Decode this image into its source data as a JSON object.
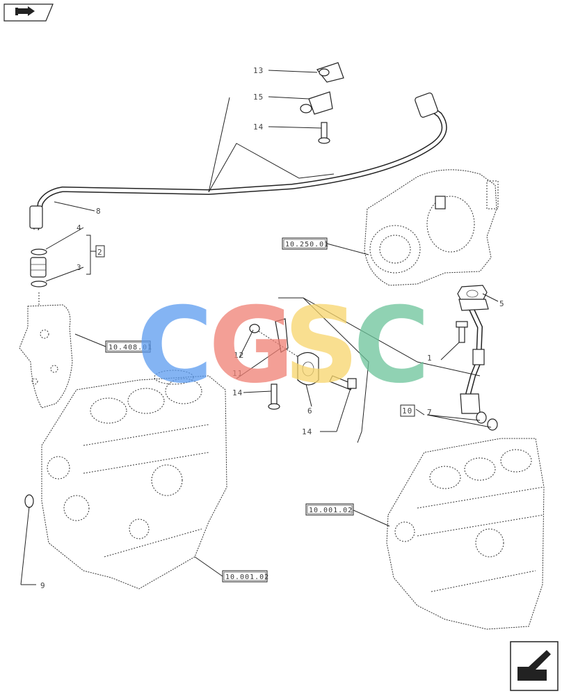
{
  "icons": {
    "top_left": "book-arrow-icon",
    "bottom_right": "arrow-next-icon"
  },
  "callouts": {
    "c1": "1",
    "c2": "2",
    "c3": "3",
    "c4": "4",
    "c5": "5",
    "c6": "6",
    "c7": "7",
    "c8": "8",
    "c9": "9",
    "c10": "10",
    "c11": "11",
    "c12": "12",
    "c13": "13",
    "c14a": "14",
    "c14b": "14",
    "c14c": "14",
    "c15": "15"
  },
  "references": {
    "turbo": "10.250.01",
    "cover": "10.408.01",
    "block_left": "10.001.02",
    "block_right": "10.001.02"
  },
  "watermark": {
    "letters": [
      "C",
      "G",
      "S",
      "C"
    ],
    "colors": [
      "#5b9cf0",
      "#ef7f73",
      "#f7d56b",
      "#6cc49a"
    ]
  }
}
